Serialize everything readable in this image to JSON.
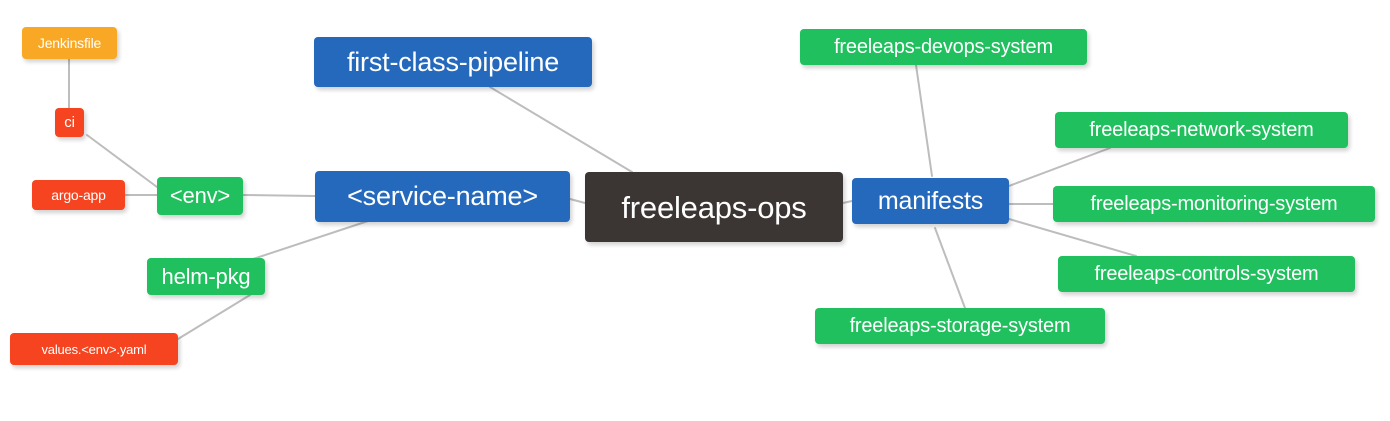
{
  "diagram": {
    "type": "mindmap",
    "title": "freeleaps-ops",
    "background": "#ffffff",
    "edge_color": "#bdbdbd",
    "colors": {
      "root": "#3b3633",
      "blue": "#2569bc",
      "green": "#20c05e",
      "orange": "#f9a825",
      "red": "#f5441f"
    }
  },
  "nodes": {
    "root": {
      "label": "freeleaps-ops"
    },
    "service_name": {
      "label": "<service-name>"
    },
    "first_class_pipeline": {
      "label": "first-class-pipeline"
    },
    "manifests": {
      "label": "manifests"
    },
    "env": {
      "label": "<env>"
    },
    "helm_pkg": {
      "label": "helm-pkg"
    },
    "ci": {
      "label": "ci"
    },
    "argo_app": {
      "label": "argo-app"
    },
    "jenkinsfile": {
      "label": "Jenkinsfile"
    },
    "values_yaml": {
      "label": "values.<env>.yaml"
    },
    "devops_system": {
      "label": "freeleaps-devops-system"
    },
    "network_system": {
      "label": "freeleaps-network-system"
    },
    "monitoring_system": {
      "label": "freeleaps-monitoring-system"
    },
    "controls_system": {
      "label": "freeleaps-controls-system"
    },
    "storage_system": {
      "label": "freeleaps-storage-system"
    }
  },
  "edges": [
    {
      "from": "root",
      "to": "service_name"
    },
    {
      "from": "root",
      "to": "first_class_pipeline"
    },
    {
      "from": "root",
      "to": "manifests"
    },
    {
      "from": "service_name",
      "to": "env"
    },
    {
      "from": "service_name",
      "to": "helm_pkg"
    },
    {
      "from": "env",
      "to": "ci"
    },
    {
      "from": "env",
      "to": "argo_app"
    },
    {
      "from": "ci",
      "to": "jenkinsfile"
    },
    {
      "from": "helm_pkg",
      "to": "values_yaml"
    },
    {
      "from": "manifests",
      "to": "devops_system"
    },
    {
      "from": "manifests",
      "to": "network_system"
    },
    {
      "from": "manifests",
      "to": "monitoring_system"
    },
    {
      "from": "manifests",
      "to": "controls_system"
    },
    {
      "from": "manifests",
      "to": "storage_system"
    }
  ]
}
